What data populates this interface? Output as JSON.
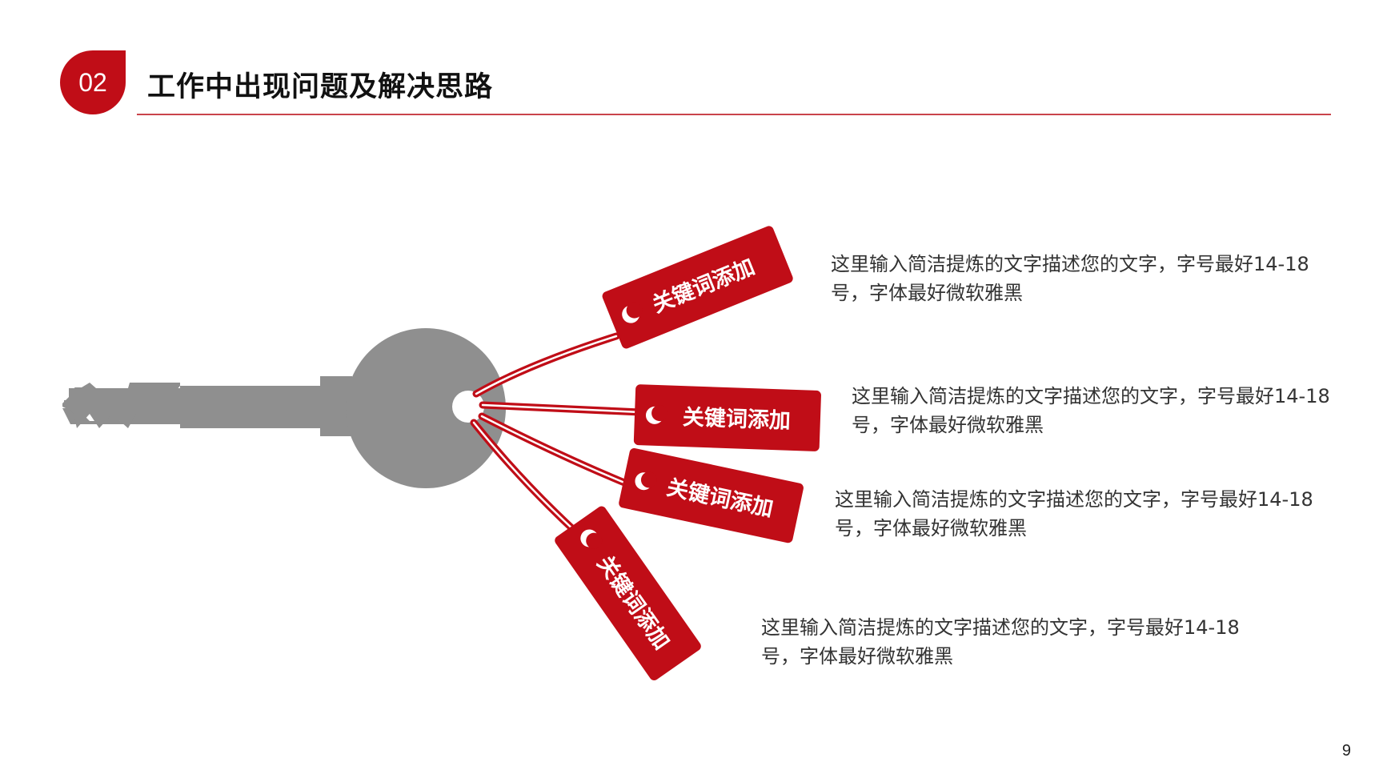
{
  "header": {
    "section_number": "02",
    "title": "工作中出现问题及解决思路"
  },
  "colors": {
    "accent": "#c00d17",
    "key_gray": "#8f8f8f",
    "rule": "#c9444b"
  },
  "tags": [
    {
      "label": "关键词添加",
      "icon": "half-moon-icon"
    },
    {
      "label": "关键词添加",
      "icon": "half-moon-icon"
    },
    {
      "label": "关键词添加",
      "icon": "half-moon-icon"
    },
    {
      "label": "关键词添加",
      "icon": "half-moon-icon"
    }
  ],
  "descriptions": [
    {
      "line1": "这里输入简洁提炼的文字描述您的文字，字号最好14-18",
      "line2": "号，字体最好微软雅黑"
    },
    {
      "line1": "这里输入简洁提炼的文字描述您的文字，字号最好14-18",
      "line2": "号，字体最好微软雅黑"
    },
    {
      "line1": "这里输入简洁提炼的文字描述您的文字，字号最好14-18",
      "line2": "号，字体最好微软雅黑"
    },
    {
      "line1": "这里输入简洁提炼的文字描述您的文字，字号最好14-18",
      "line2": "号，字体最好微软雅黑"
    }
  ],
  "footer": {
    "page_number": "9"
  }
}
